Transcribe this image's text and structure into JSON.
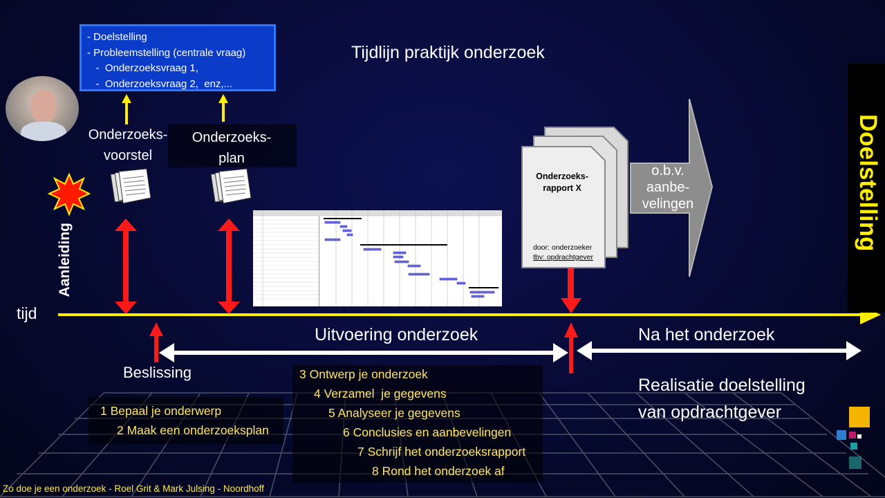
{
  "title": "Tijdlijn praktijk onderzoek",
  "goals_box": [
    "- Doelstelling",
    "- Probleemstelling (centrale vraag)",
    "   -  Onderzoeksvraag 1,",
    "   -  Onderzoeksvraag 2,  enz,..."
  ],
  "proposal_label": [
    "Onderzoeks-",
    "voorstel"
  ],
  "plan_label": [
    "Onderzoeks-",
    "plan"
  ],
  "aanleiding": "Aanleiding",
  "time_label": "tijd",
  "report": {
    "title": [
      "Onderzoeks-",
      "rapport X"
    ],
    "by": "door: onderzoeker",
    "for": "tbv: opdrachtgever"
  },
  "arrow_label": [
    "o.b.v.",
    "aanbe-",
    "velingen"
  ],
  "goal_vertical": "Doelstelling",
  "decision_label": "Beslissing",
  "execution_label": "Uitvoering onderzoek",
  "after_label": "Na het onderzoek",
  "realisation_label": [
    "Realisatie doelstelling",
    "van opdrachtgever"
  ],
  "steps_left": [
    "1 Bepaal je onderwerp",
    "2 Maak een onderzoeksplan"
  ],
  "steps_right": [
    "3 Ontwerp je onderzoek",
    "4 Verzamel  je gegevens",
    "5 Analyseer je gegevens",
    "6 Conclusies en aanbevelingen",
    "7 Schrijf het onderzoeksrapport",
    "8 Rond het onderzoek af"
  ],
  "footer": "Zo doe je een onderzoek -  Roel Grit & Mark Julsing  - Noordhoff",
  "colors": {
    "timeline": "#ffee00",
    "red_arrow": "#ff1a1a",
    "goals_box": "#0a3cc9",
    "step_text": "#ffe566"
  }
}
